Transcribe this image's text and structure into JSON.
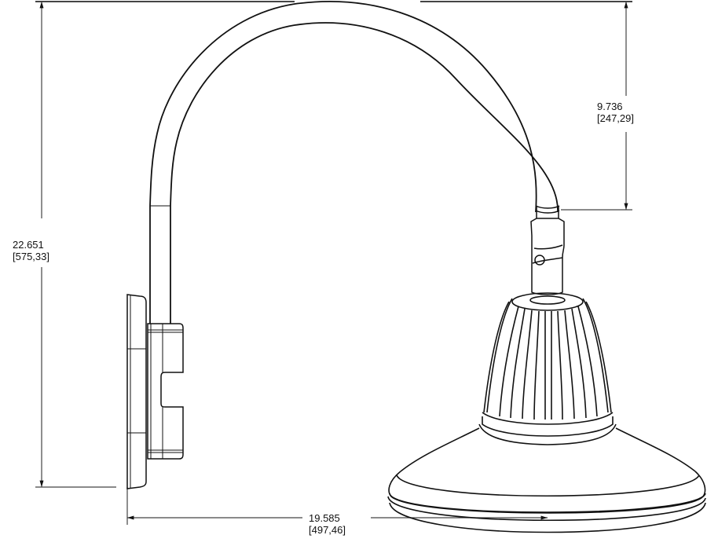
{
  "drawing": {
    "subject": "Gooseneck wall-mounted pendant lamp fixture, side elevation",
    "line_color": "#111111",
    "dimension_line_color": "#444444"
  },
  "dimensions": {
    "overall_height": {
      "inches": "22.651",
      "mm": "[575,33]"
    },
    "arm_drop": {
      "inches": "9.736",
      "mm": "[247,29]"
    },
    "overall_projection": {
      "inches": "19.585",
      "mm": "[497,46]"
    }
  }
}
